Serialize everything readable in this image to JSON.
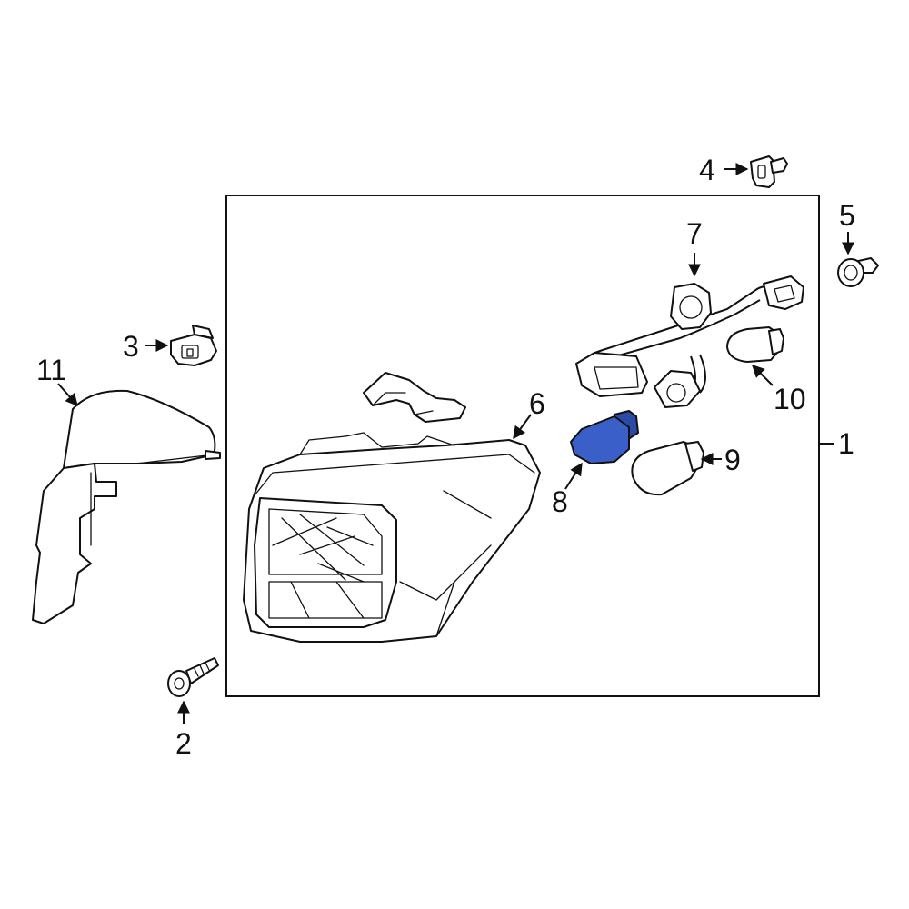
{
  "callouts": {
    "c1": "1",
    "c2": "2",
    "c3": "3",
    "c4": "4",
    "c5": "5",
    "c6": "6",
    "c7": "7",
    "c8": "8",
    "c9": "9",
    "c10": "10",
    "c11": "11"
  },
  "colors": {
    "highlight": "#3a5fc8",
    "highlight_dark": "#2a4aa8",
    "line": "#111111"
  }
}
